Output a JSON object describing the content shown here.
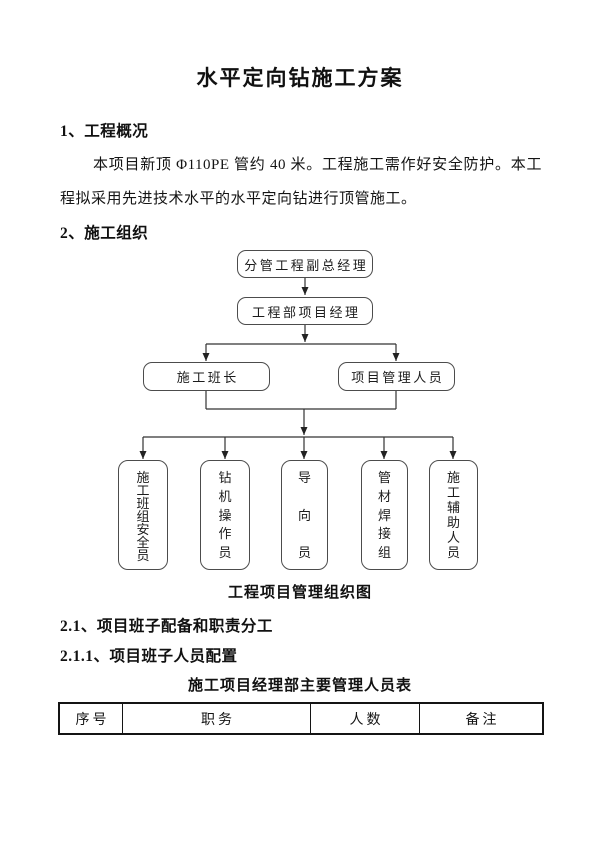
{
  "doc": {
    "title": "水平定向钻施工方案"
  },
  "sections": {
    "s1_label": "1、工程概况",
    "s1_paragraph": "本项目新顶 Φ110PE 管约 40 米。工程施工需作好安全防护。本工程拟采用先进技术水平的水平定向钻进行顶管施工。",
    "s2_label": "2、施工组织",
    "s21_label": "2.1、项目班子配备和职责分工",
    "s211_label": "2.1.1、项目班子人员配置"
  },
  "org_chart": {
    "caption": "工程项目管理组织图",
    "level1": "分管工程副总经理",
    "level2": "工程部项目经理",
    "level3": [
      "施工班长",
      "项目管理人员"
    ],
    "level4": [
      "施工班组安全员",
      "钻机操作员",
      "导向员",
      "管材焊接组",
      "施工辅助人员"
    ]
  },
  "table": {
    "title": "施工项目经理部主要管理人员表",
    "headers": [
      "序号",
      "职务",
      "人数",
      "备注"
    ]
  },
  "colors": {
    "text": "#1a1a1a",
    "line": "#333333",
    "box_border": "#4c4c4c"
  }
}
